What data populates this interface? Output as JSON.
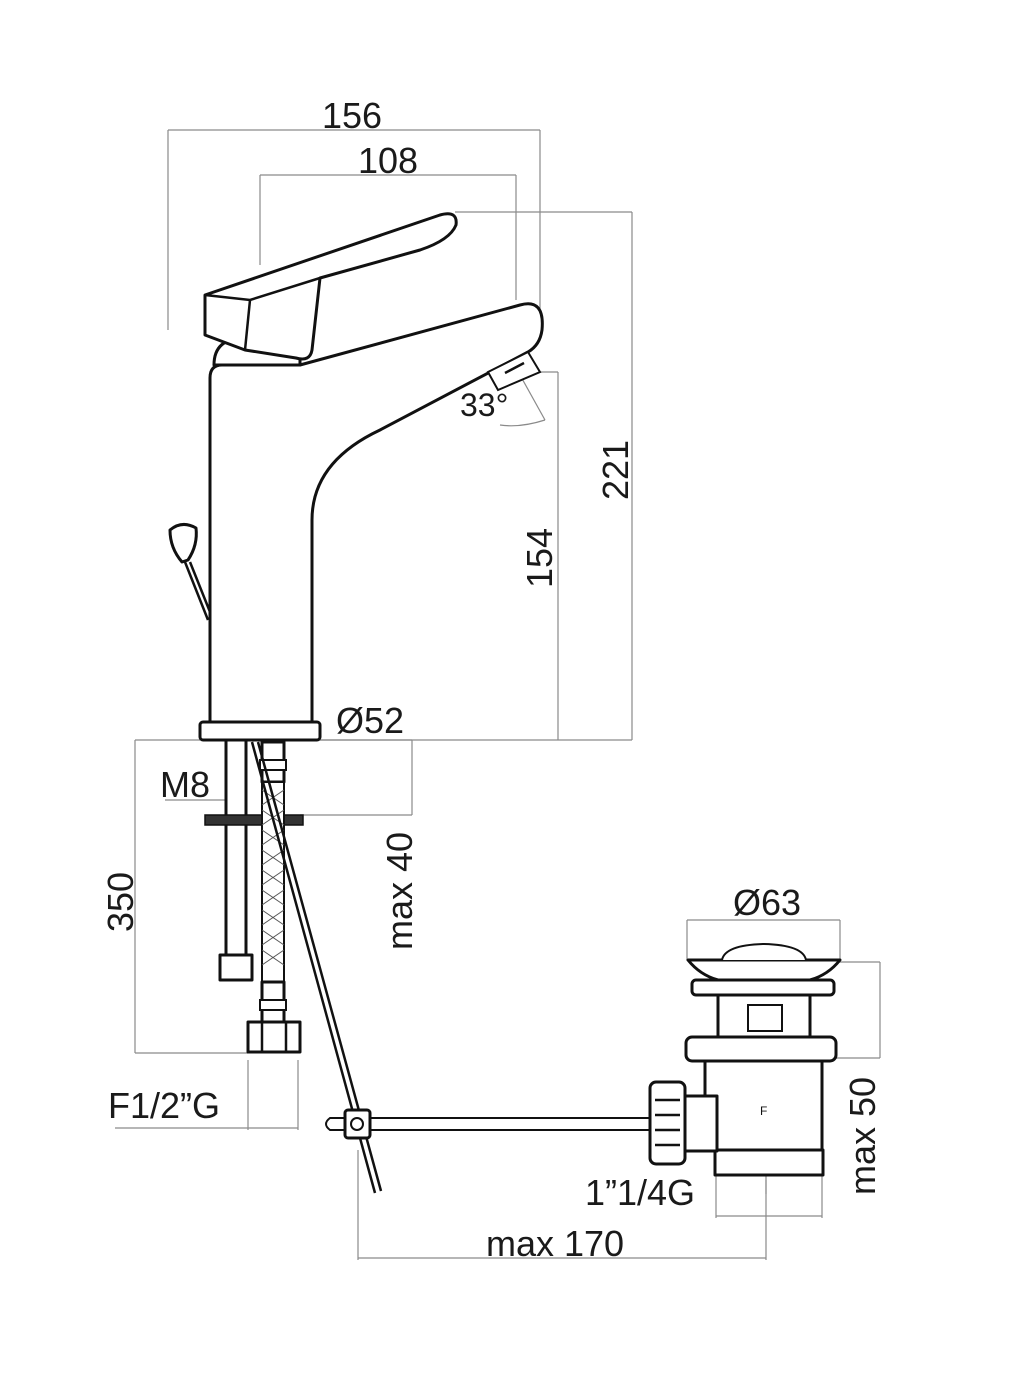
{
  "diagram": {
    "dimensions": {
      "overall_depth": "156",
      "spout_reach": "108",
      "spout_angle": "33°",
      "total_height": "221",
      "spout_height": "154",
      "base_diameter": "Ø52",
      "stud_thread": "M8",
      "hose_length": "350",
      "max_counter_thickness": "max 40",
      "hose_connection": "F1/2”G",
      "waste_diameter": "Ø63",
      "waste_max_height": "max 50",
      "waste_thread": "1”1/4G",
      "rod_max_length": "max 170",
      "waste_marking": "F"
    },
    "colors": {
      "line": "#111111",
      "dimension_line": "#8a8a8a",
      "background": "#ffffff"
    }
  }
}
